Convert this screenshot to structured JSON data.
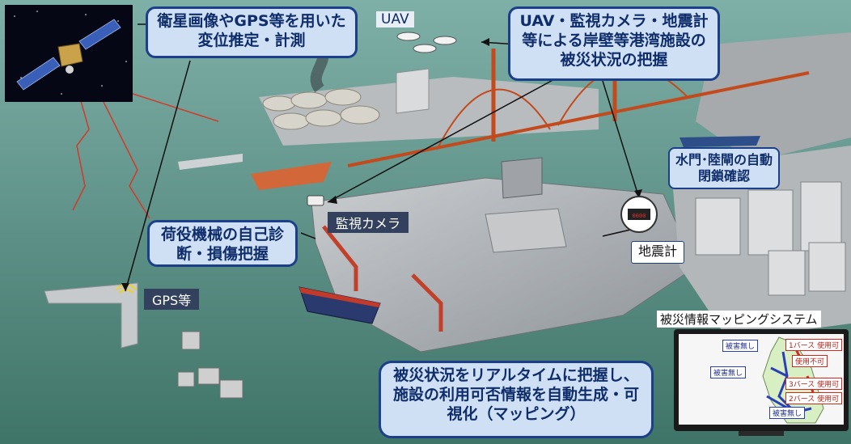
{
  "callouts": {
    "satellite": "衛星画像やGPS等を用いた変位推定・計測",
    "uav_camera_seismo": "UAV・監視カメラ・地震計等による岸壁等港湾施設の被災状況の把握",
    "water_gate": "水門･陸閘の自動閉鎖確認",
    "cargo_machinery": "荷役機械の自己診断・損傷把握",
    "realtime_mapping": "被災状況をリアルタイムに把握し、施設の利用可否情報を自動生成・可視化（マッピング）"
  },
  "labels": {
    "uav": "UAV",
    "camera": "監視カメラ",
    "seismometer": "地震計",
    "gps": "GPS等",
    "mapping_system": "被災情報マッピングシステム"
  },
  "map_labels": [
    {
      "text": "被害無し",
      "color": "blue"
    },
    {
      "text": "1バース 使用可",
      "color": "red"
    },
    {
      "text": "使用不可",
      "color": "red"
    },
    {
      "text": "被害無し",
      "color": "blue"
    },
    {
      "text": "3バース 使用可",
      "color": "red"
    },
    {
      "text": "2バース 使用可",
      "color": "red"
    },
    {
      "text": "被害無し",
      "color": "blue"
    }
  ],
  "seismometer_display": "0000",
  "colors": {
    "callout_fill": "#cfe0f5",
    "callout_border": "#1c3f8a",
    "callout_text": "#0f2d6b",
    "sea": "#4f8a80",
    "damaged_status": "#d0281c",
    "ok_status": "#2a3fb5"
  }
}
